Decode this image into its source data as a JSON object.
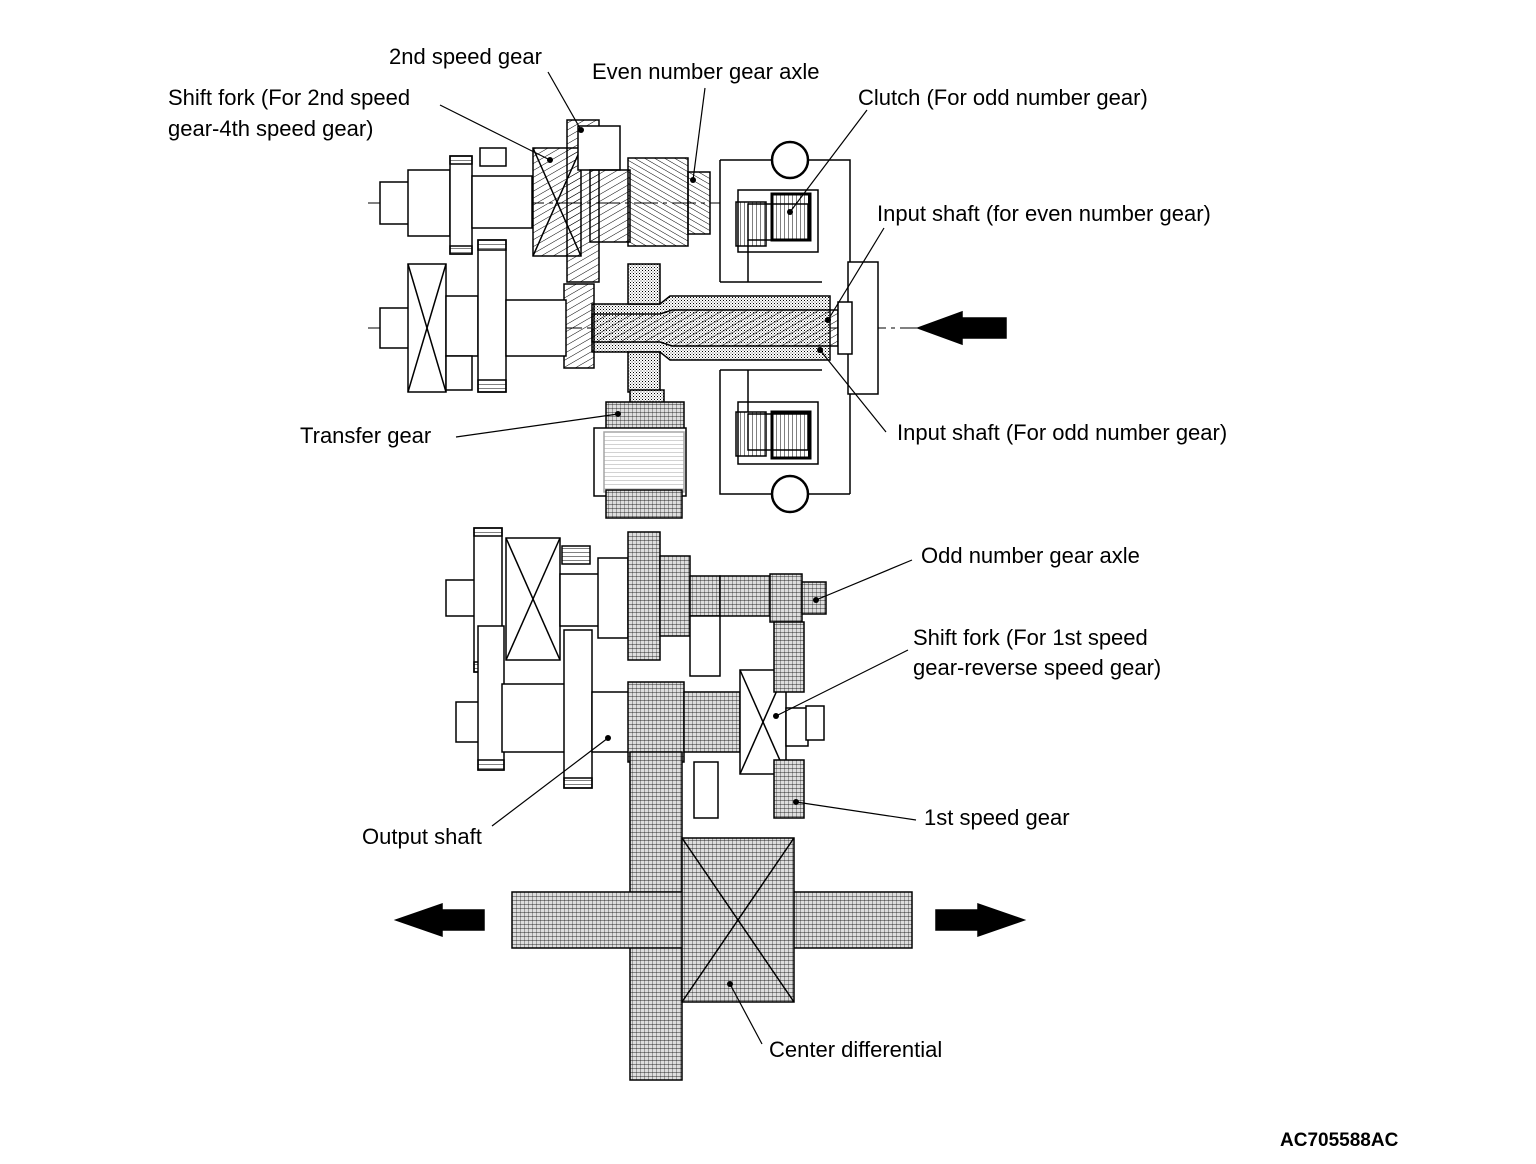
{
  "labels": {
    "second_speed_gear": "2nd speed gear",
    "even_gear_axle": "Even number gear axle",
    "shift_fork_2_4_line1": "Shift fork (For 2nd speed",
    "shift_fork_2_4_line2": "gear-4th speed gear)",
    "clutch_odd": "Clutch (For odd number gear)",
    "input_shaft_even": "Input shaft (for even number gear)",
    "transfer_gear": "Transfer gear",
    "input_shaft_odd": "Input shaft (For odd number gear)",
    "odd_gear_axle": "Odd number gear axle",
    "shift_fork_1_r_line1": "Shift fork (For 1st speed",
    "shift_fork_1_r_line2": "gear-reverse speed gear)",
    "first_speed_gear": "1st speed gear",
    "output_shaft": "Output shaft",
    "center_differential": "Center differential"
  },
  "figure_code": "AC705588AC"
}
